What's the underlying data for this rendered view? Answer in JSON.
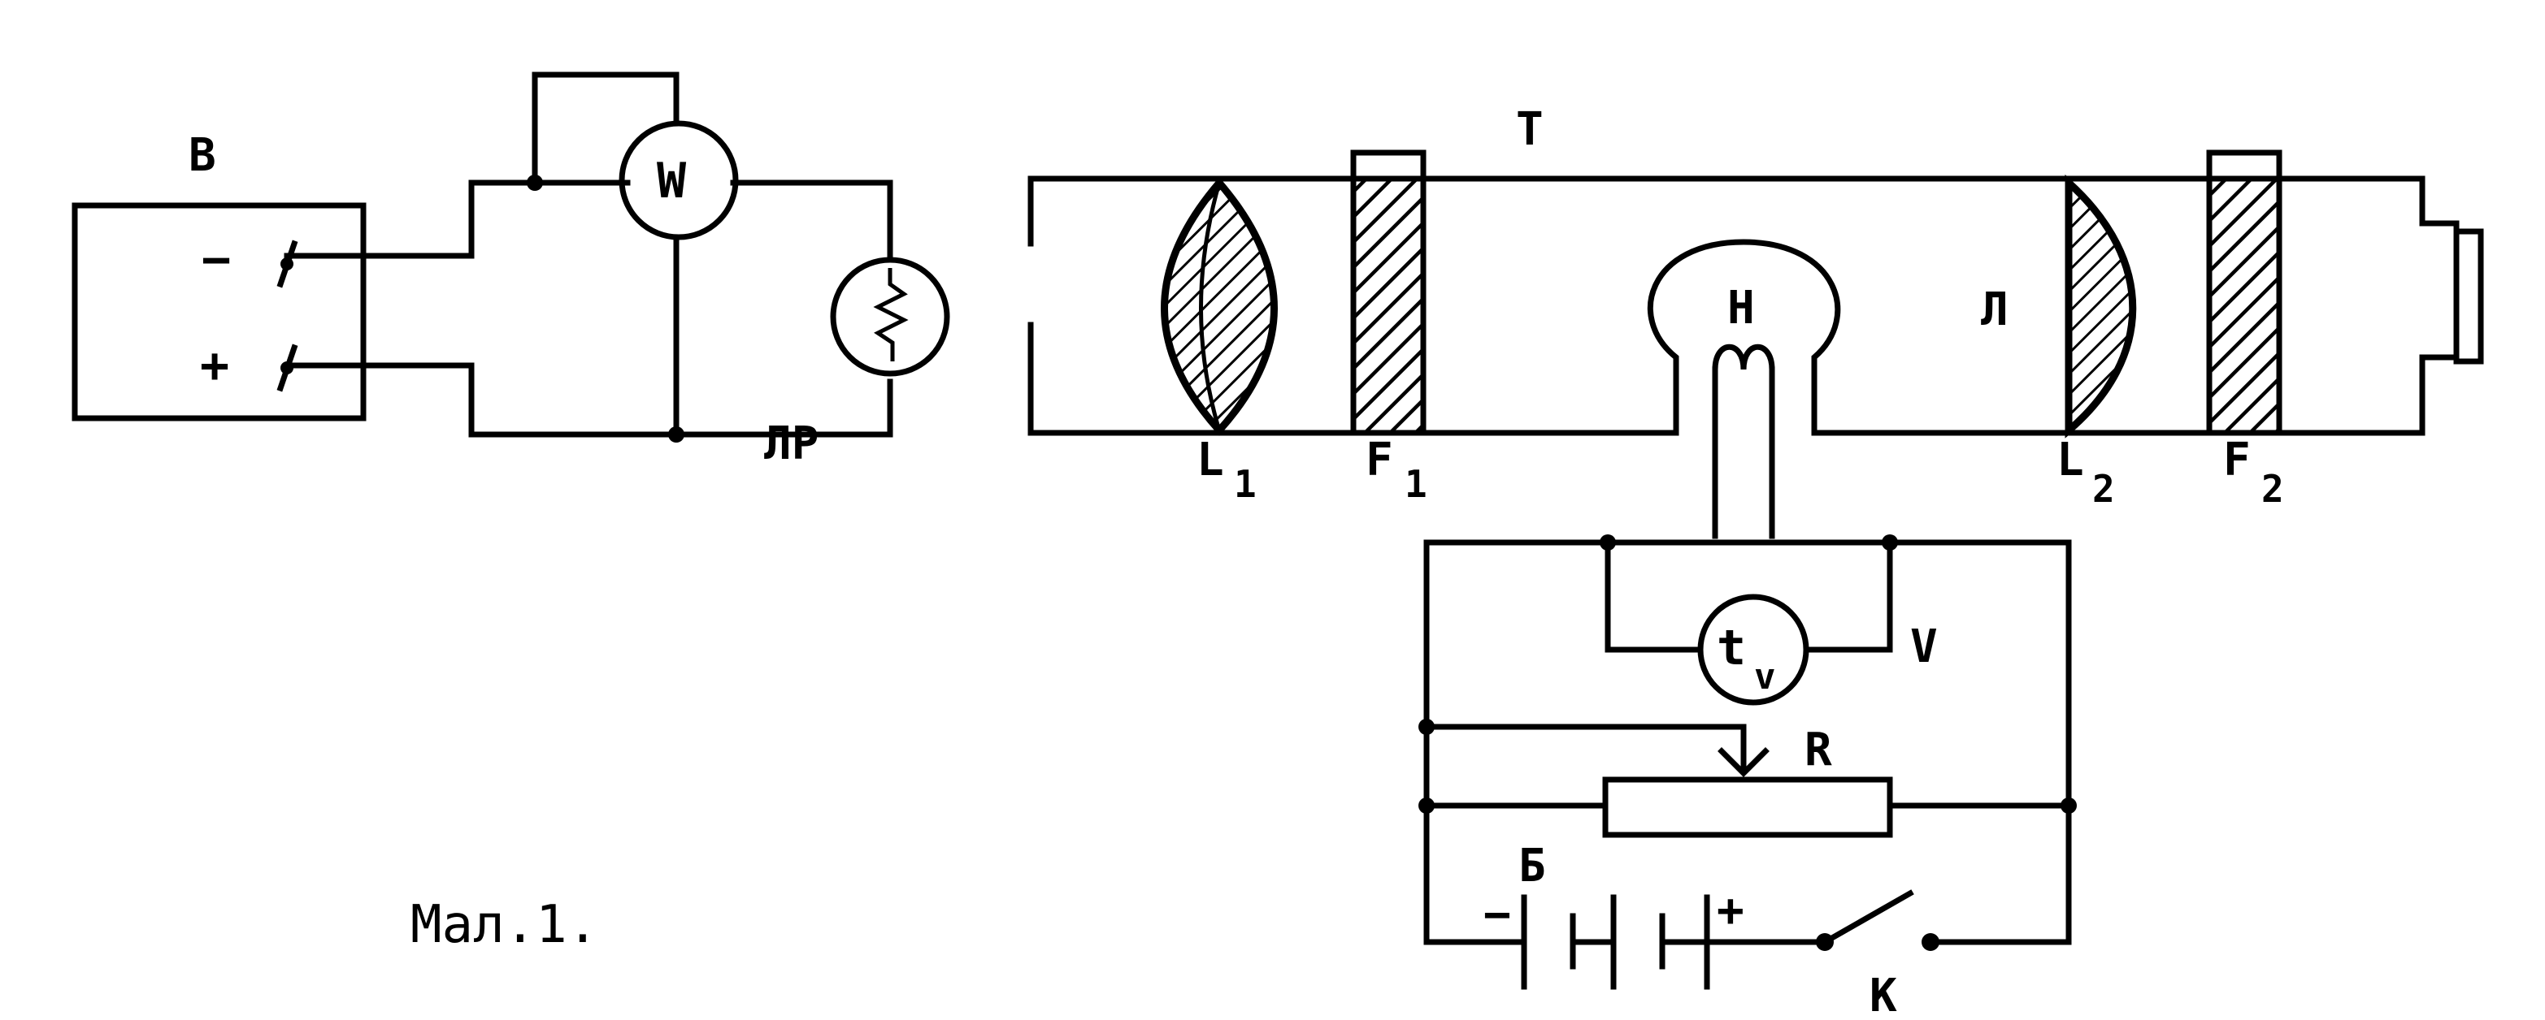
{
  "labels": {
    "source": "B",
    "minus": "−",
    "plus": "+",
    "wattmeter": "W",
    "lamp_ref": "ЛР",
    "tube": "T",
    "lens1": "L",
    "lens1_sub": "1",
    "filter1": "F",
    "filter1_sub": "1",
    "heater": "H",
    "lamp": "Л",
    "lens2": "L",
    "lens2_sub": "2",
    "filter2": "F",
    "filter2_sub": "2",
    "thermo": "t",
    "thermo_sub": "v",
    "voltmeter": "V",
    "rheostat": "R",
    "battery": "Б",
    "bat_minus": "−",
    "bat_plus": "+",
    "key": "K"
  },
  "caption": "Мал.1."
}
